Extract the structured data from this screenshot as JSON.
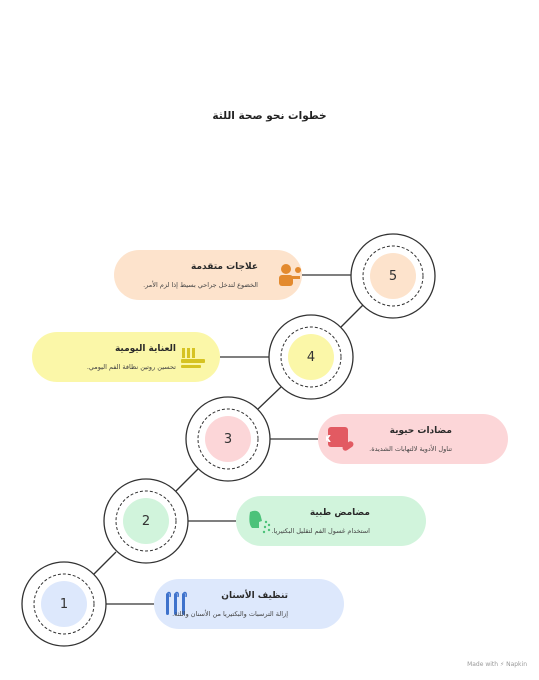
{
  "title": "خطوات نحو صحة اللثة",
  "colors": {
    "orange_bg": "#fde3cc",
    "orange_icon": "#e38a2e",
    "yellow_bg": "#fbf7a8",
    "yellow_icon": "#d6c322",
    "pink_bg": "#fcd6d8",
    "pink_icon": "#e25a62",
    "green_bg": "#d1f4dc",
    "green_icon": "#4cc27a",
    "blue_bg": "#dde8fc",
    "blue_icon": "#3e72cc",
    "line": "#333333"
  },
  "steps": [
    {
      "number": "1",
      "title": "تنظيف الأسنان",
      "description": "إزالة الترسبات والبكتيريا من الأسنان واللثة.",
      "icon": "dental-tools-icon"
    },
    {
      "number": "2",
      "title": "مضامض طبية",
      "description": "استخدام غسول الفم لتقليل البكتيريا.",
      "icon": "mouthwash-spray-icon"
    },
    {
      "number": "3",
      "title": "مضادات حيوية",
      "description": "تناول الأدوية لالتهابات الشديدة.",
      "icon": "prescription-icon"
    },
    {
      "number": "4",
      "title": "العناية اليومية",
      "description": "تحسين روتين نظافة الفم اليومي.",
      "icon": "toothbrush-icon"
    },
    {
      "number": "5",
      "title": "علاجات متقدمة",
      "description": "الخضوع لتدخل جراحي بسيط إذا لزم الأمر.",
      "icon": "dentist-icon"
    }
  ],
  "footer": "Made with ⚡ Napkin"
}
